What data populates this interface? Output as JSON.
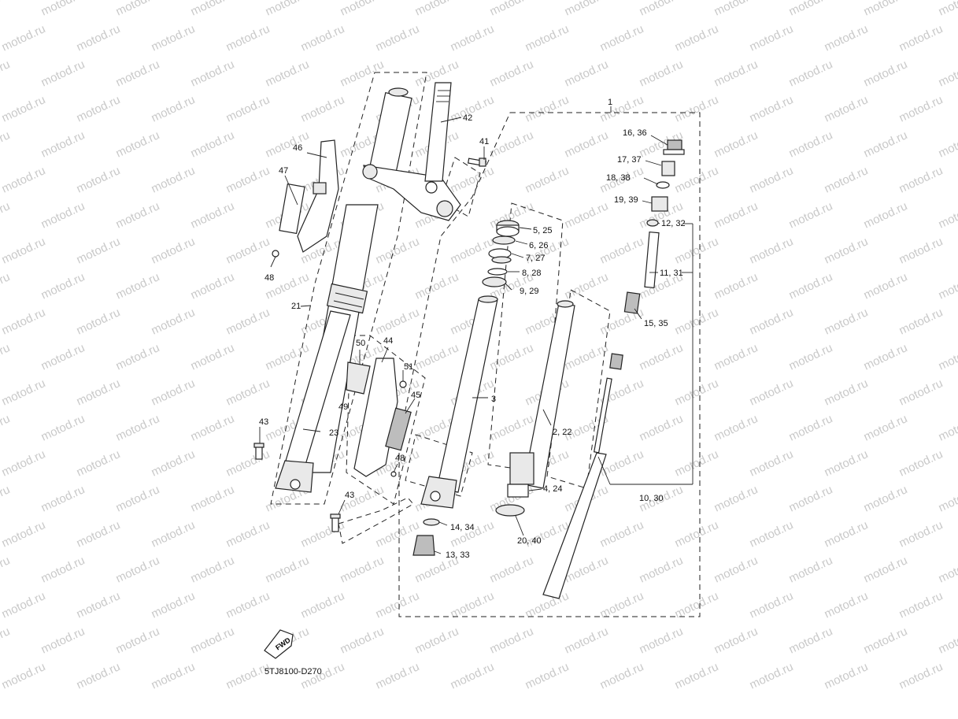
{
  "watermark": "motod.ru",
  "diagram_code": "5TJ8100-D270",
  "fwd_label": "FWD",
  "callouts": [
    {
      "id": "c1",
      "text": "1"
    },
    {
      "id": "c42",
      "text": "42"
    },
    {
      "id": "c41",
      "text": "41"
    },
    {
      "id": "c46",
      "text": "46"
    },
    {
      "id": "c47",
      "text": "47"
    },
    {
      "id": "c48a",
      "text": "48"
    },
    {
      "id": "c21",
      "text": "21"
    },
    {
      "id": "c50",
      "text": "50"
    },
    {
      "id": "c44",
      "text": "44"
    },
    {
      "id": "c51",
      "text": "51"
    },
    {
      "id": "c45",
      "text": "45"
    },
    {
      "id": "c49",
      "text": "49"
    },
    {
      "id": "c23",
      "text": "23"
    },
    {
      "id": "c43a",
      "text": "43"
    },
    {
      "id": "c48b",
      "text": "48"
    },
    {
      "id": "c43b",
      "text": "43"
    },
    {
      "id": "c3",
      "text": "3"
    },
    {
      "id": "c5",
      "text": "5, 25"
    },
    {
      "id": "c6",
      "text": "6, 26"
    },
    {
      "id": "c7",
      "text": "7, 27"
    },
    {
      "id": "c8",
      "text": "8, 28"
    },
    {
      "id": "c9",
      "text": "9, 29"
    },
    {
      "id": "c2",
      "text": "2, 22"
    },
    {
      "id": "c4",
      "text": "4, 24"
    },
    {
      "id": "c20",
      "text": "20, 40"
    },
    {
      "id": "c14",
      "text": "14, 34"
    },
    {
      "id": "c13",
      "text": "13, 33"
    },
    {
      "id": "c16",
      "text": "16, 36"
    },
    {
      "id": "c17",
      "text": "17, 37"
    },
    {
      "id": "c18",
      "text": "18, 38"
    },
    {
      "id": "c19",
      "text": "19, 39"
    },
    {
      "id": "c12",
      "text": "12, 32"
    },
    {
      "id": "c11",
      "text": "11, 31"
    },
    {
      "id": "c15",
      "text": "15, 35"
    },
    {
      "id": "c10",
      "text": "10, 30"
    }
  ]
}
